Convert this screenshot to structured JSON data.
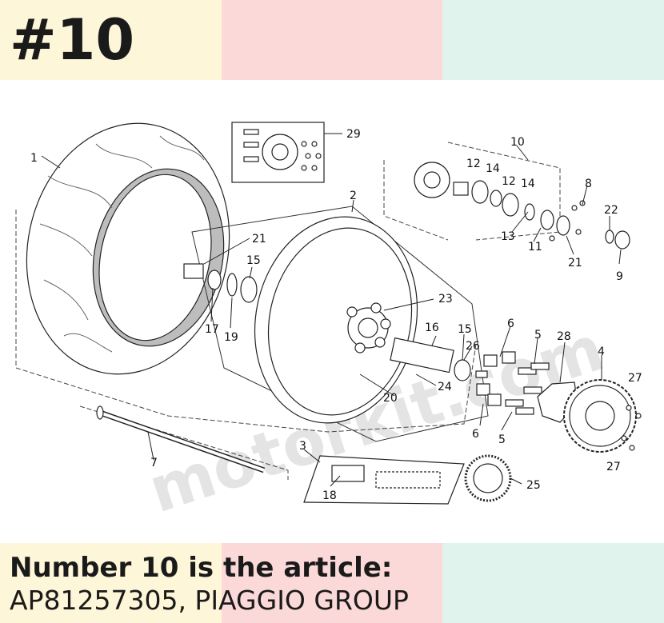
{
  "header": {
    "title": "#10",
    "band_colors": [
      "#fef6d8",
      "#fbd9d8",
      "#e0f3ec"
    ]
  },
  "diagram": {
    "watermark": "motorkit.com",
    "callouts": {
      "c1": "1",
      "c2": "2",
      "c3": "3",
      "c4": "4",
      "c5a": "5",
      "c5b": "5",
      "c6a": "6",
      "c6b": "6",
      "c7": "7",
      "c8": "8",
      "c9": "9",
      "c10": "10",
      "c11": "11",
      "c12a": "12",
      "c12b": "12",
      "c13": "13",
      "c14a": "14",
      "c14b": "14",
      "c15a": "15",
      "c15b": "15",
      "c16": "16",
      "c17": "17",
      "c18": "18",
      "c19": "19",
      "c20": "20",
      "c21a": "21",
      "c21b": "21",
      "c22": "22",
      "c23": "23",
      "c24": "24",
      "c25": "25",
      "c26": "26",
      "c27a": "27",
      "c27b": "27",
      "c28": "28",
      "c29": "29"
    }
  },
  "footer": {
    "line1": "Number 10 is the article:",
    "line2": "AP81257305, PIAGGIO GROUP"
  }
}
